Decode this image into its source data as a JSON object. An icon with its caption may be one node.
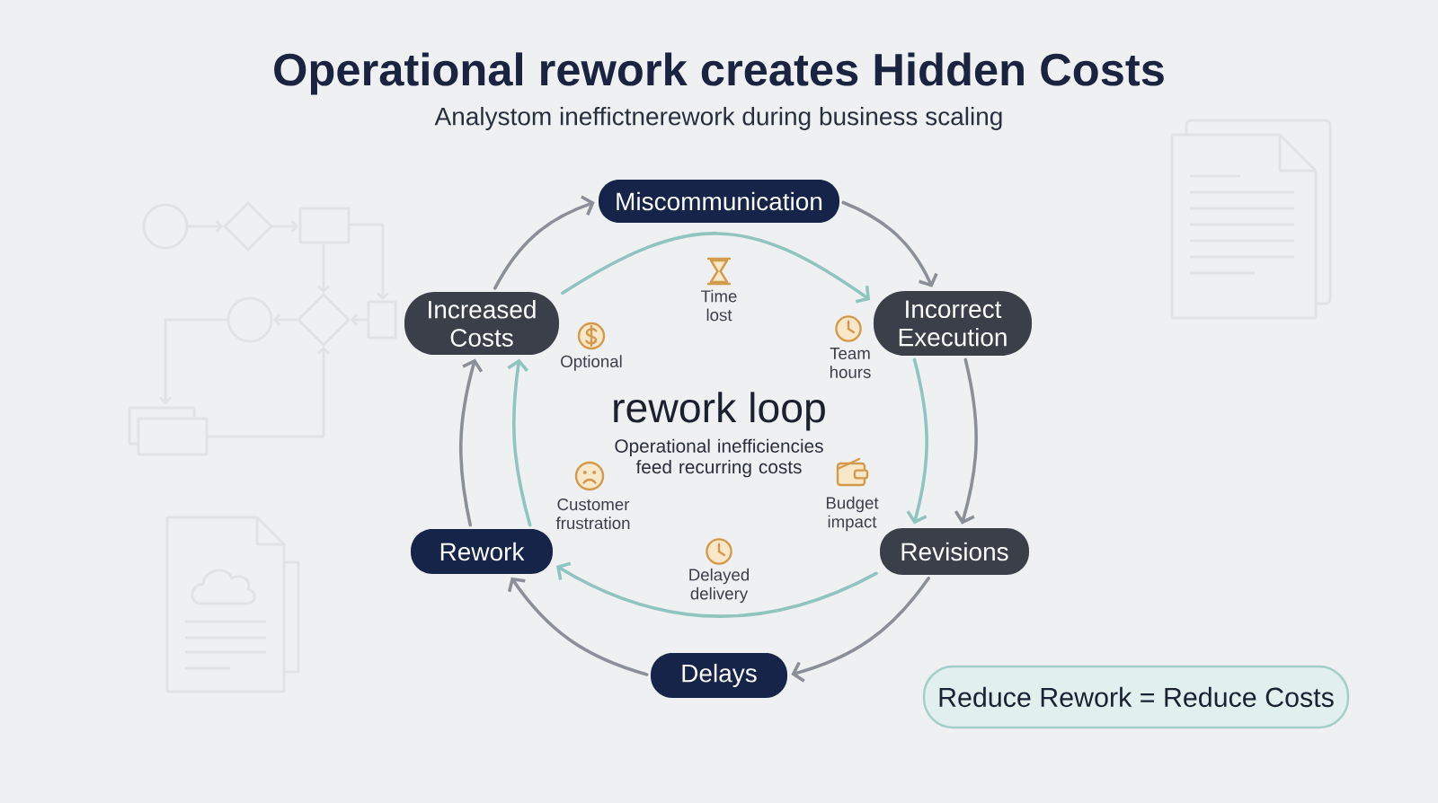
{
  "diagram": {
    "title": "Operational rework creates Hidden Costs",
    "nodes": [
      {
        "text": [
          "Miscommunication"
        ]
      },
      {
        "text": [
          "Incorrect Execution"
        ]
      },
      {
        "text": [
          "Revisions"
        ]
      },
      {
        "text": [
          "Delays"
        ]
      },
      {
        "text": [
          "Rework"
        ]
      },
      {
        "text": [
          "Increased Costs"
        ]
      },
      {
        "text": [
          "Reduce Rework = Reduce Costs"
        ]
      }
    ],
    "edges": [
      {
        "from": 5,
        "to": 0,
        "arrow": "to"
      },
      {
        "from": 0,
        "to": 1,
        "arrow": "to"
      },
      {
        "from": 1,
        "to": 2,
        "arrow": "to"
      },
      {
        "from": 2,
        "to": 3,
        "arrow": "to"
      },
      {
        "from": 3,
        "to": 4,
        "arrow": "to"
      },
      {
        "from": 4,
        "to": 5,
        "arrow": "to"
      },
      {
        "from": 5,
        "to": 1,
        "arrow": "to",
        "color": "#8fc4bf"
      },
      {
        "from": 1,
        "to": 2,
        "arrow": "to",
        "color": "#8fc4bf"
      },
      {
        "from": 2,
        "to": 4,
        "arrow": "to",
        "color": "#8fc4bf"
      },
      {
        "from": 4,
        "to": 5,
        "arrow": "to",
        "color": "#8fc4bf"
      }
    ],
    "labels": [
      "Analystom ineffictnerework during business scaling",
      "Time lost",
      "Optional",
      "Team hours",
      "rework loop",
      "Operational inefficiencies feed recurring costs",
      "Customer frustration",
      "Budget impact",
      "Delayed delivery"
    ]
  }
}
